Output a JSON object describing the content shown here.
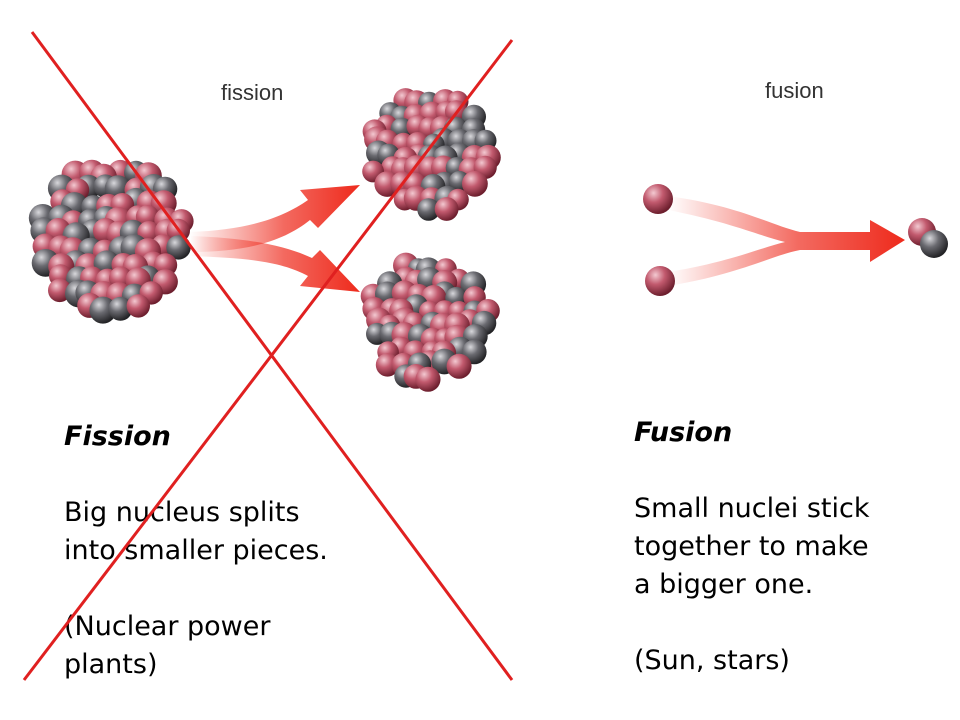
{
  "fission": {
    "diagram_label": "fission",
    "heading": "Fission",
    "description_lines": [
      "Big nucleus splits",
      "into smaller pieces."
    ],
    "example_lines": [
      "(Nuclear power",
      "plants)"
    ]
  },
  "fusion": {
    "diagram_label": "fusion",
    "heading": "Fusion",
    "description_lines": [
      "Small nuclei stick",
      "together to make",
      "a bigger one."
    ],
    "example_lines": [
      "(Sun, stars)"
    ]
  },
  "colors": {
    "proton": "#b5485e",
    "neutron": "#555558",
    "arrow": "#ee2a1c",
    "cross_out": "#e02020"
  },
  "icons": [
    "nucleus-icon",
    "arrow-icon",
    "cross-out-icon"
  ]
}
